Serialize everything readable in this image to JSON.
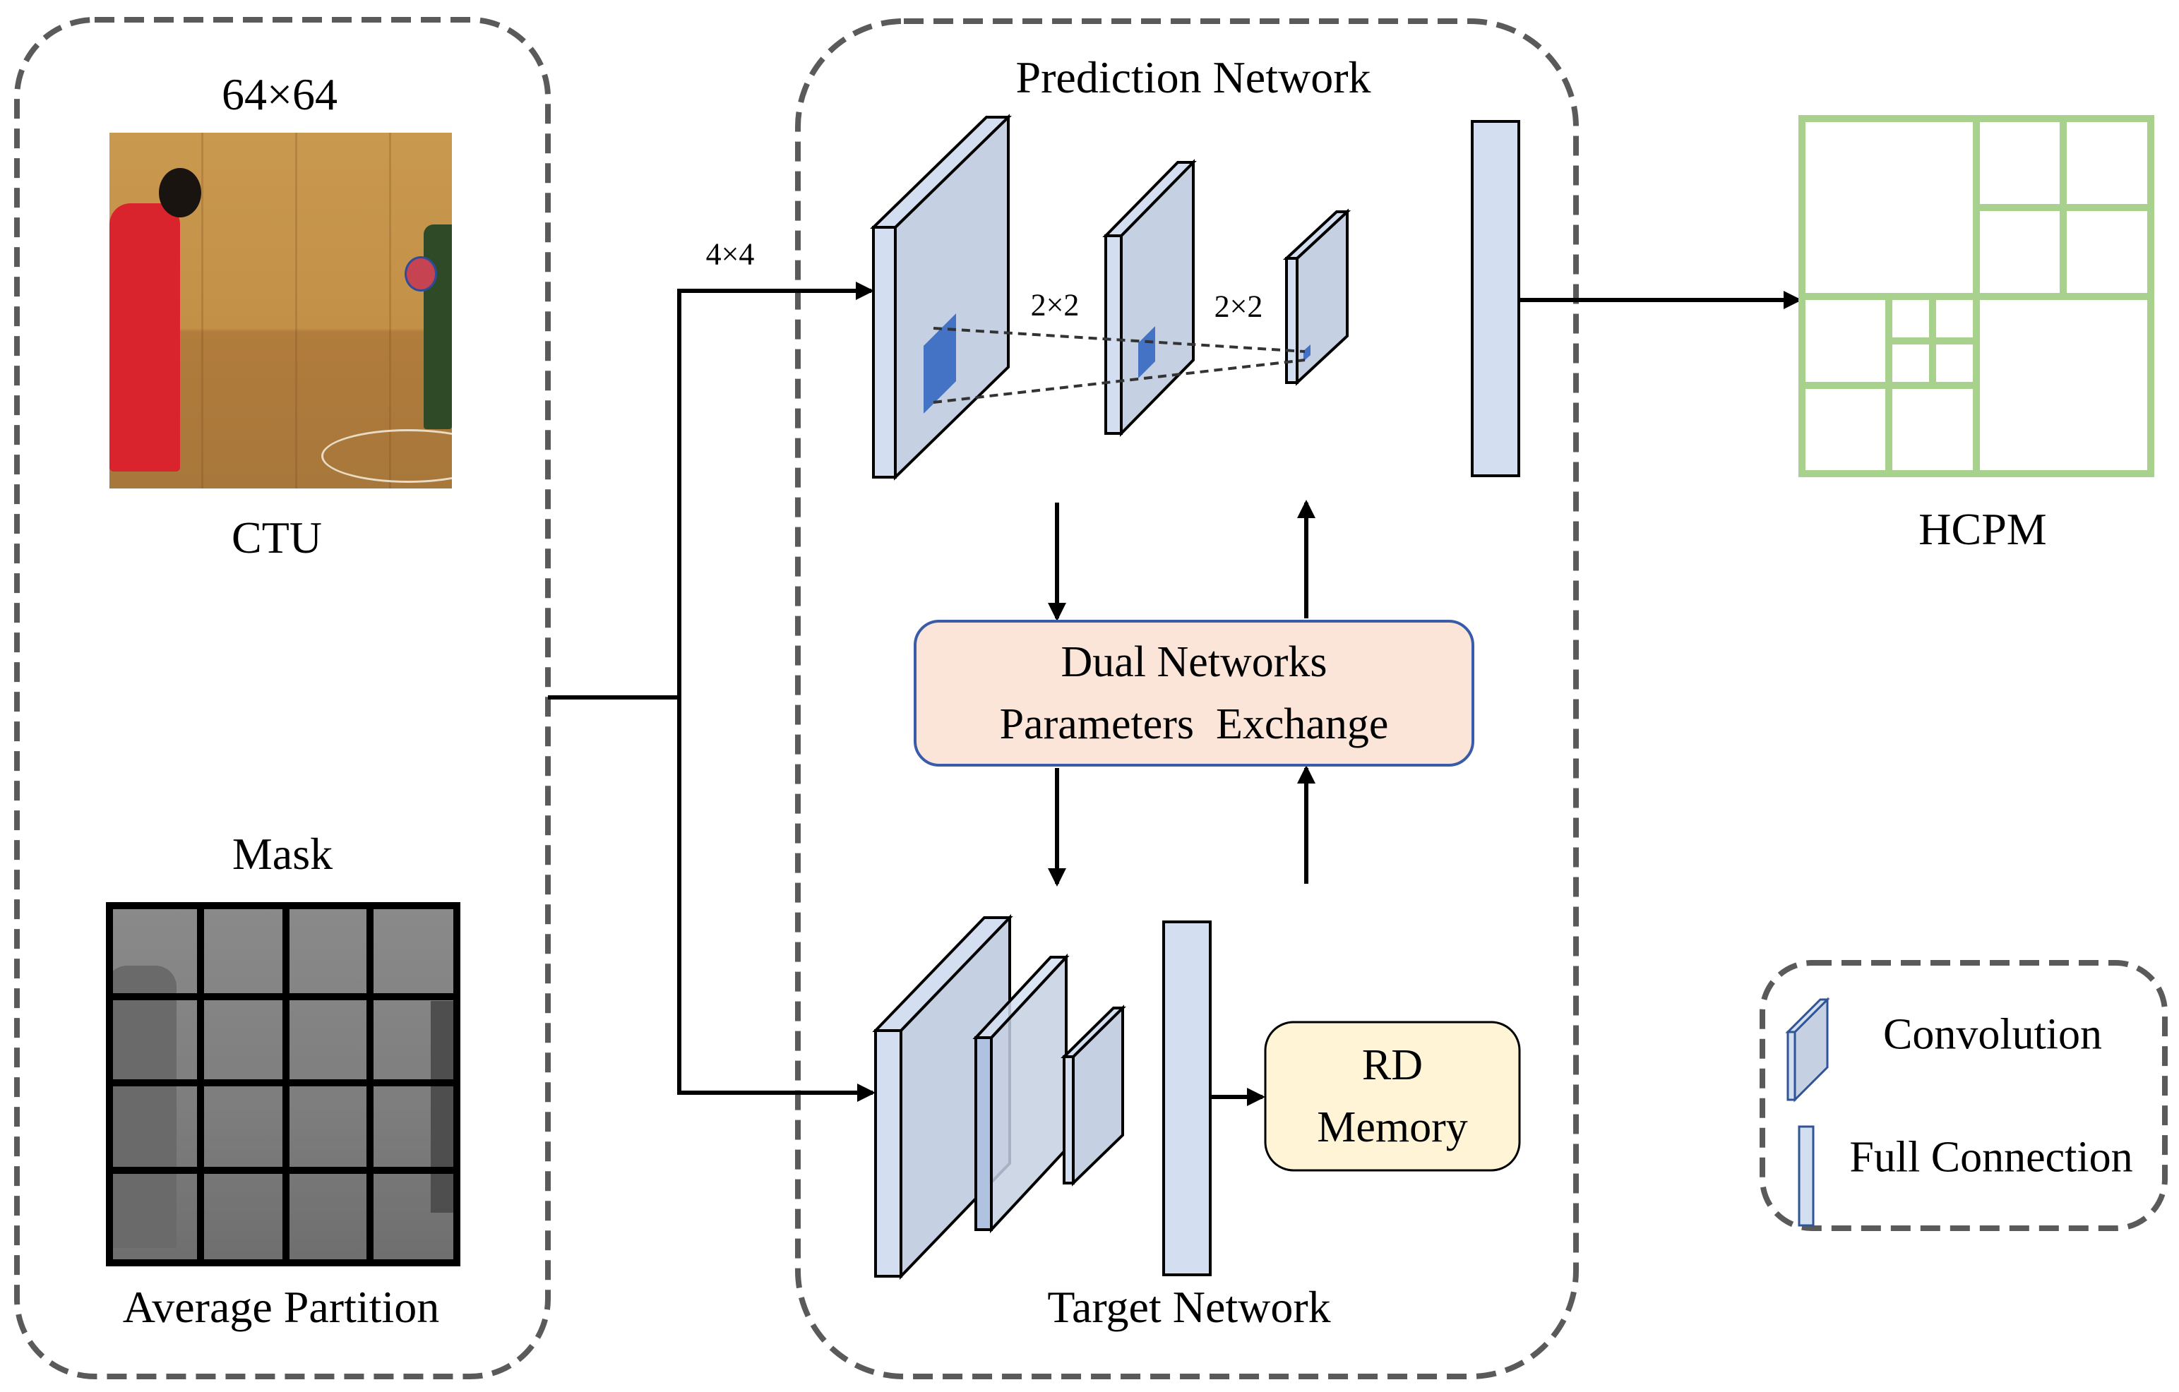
{
  "input_panel": {
    "ctu_size_label": "64×64",
    "ctu_label": "CTU",
    "mask_label": "Mask",
    "mask_caption": "Average  Partition",
    "mask_grid": 4
  },
  "connector": {
    "patch_label": "4×4"
  },
  "prediction_network": {
    "title": "Prediction Network",
    "pool_labels": [
      "2×2",
      "2×2"
    ]
  },
  "exchange_box": {
    "line1": "Dual Networks",
    "line2": "Parameters  Exchange"
  },
  "target_network": {
    "title": "Target Network"
  },
  "rd_memory": {
    "line1": "RD",
    "line2": "Memory"
  },
  "output": {
    "label": "HCPM"
  },
  "legend": {
    "items": [
      {
        "icon": "convolution-layer-icon",
        "label": "Convolution"
      },
      {
        "icon": "full-connection-layer-icon",
        "label": "Full Connection"
      }
    ]
  },
  "colors": {
    "layer_front": "#d3dff1",
    "layer_side": "#c5d0e2",
    "kernel": "#4472c4",
    "exchange_fill": "#fbe5d9",
    "exchange_border": "#3a5ca8",
    "rd_fill": "#fff4d6",
    "hcpm_green": "#a9d18e",
    "dash_gray": "#5a5a5a"
  }
}
